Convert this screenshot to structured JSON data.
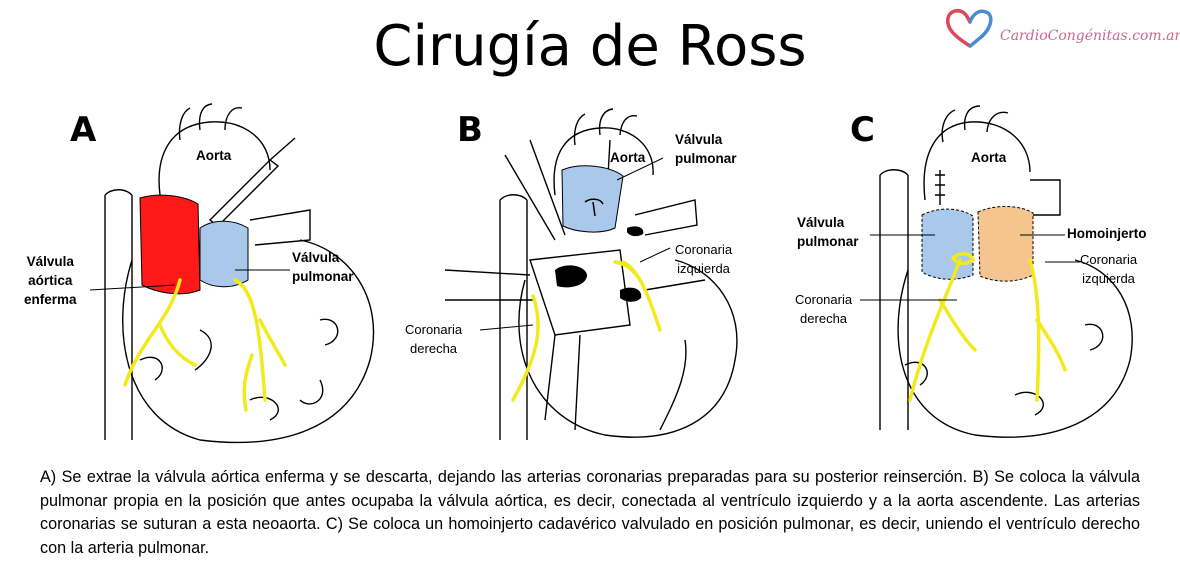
{
  "title": "Cirugía de Ross",
  "logo": {
    "text": "CardioCongénitas.com.ar",
    "icon": "heart-icon",
    "colors": [
      "#e0475b",
      "#4a8bd2"
    ]
  },
  "colors": {
    "diseased_valve": "#ff1a1a",
    "pulmonary_valve": "#a9c8ea",
    "homograft": "#f6c48f",
    "coronary": "#f2ea1c"
  },
  "panels": [
    {
      "letter": "A",
      "labels": {
        "aorta": "Aorta",
        "diseased_valve": [
          "Válvula",
          "aórtica",
          "enferma"
        ],
        "pulmonary_valve": [
          "Válvula",
          "pulmonar"
        ]
      }
    },
    {
      "letter": "B",
      "labels": {
        "aorta": "Aorta",
        "pulmonary_valve": [
          "Válvula",
          "pulmonar"
        ],
        "left_coronary": [
          "Coronaria",
          "izquierda"
        ],
        "right_coronary": [
          "Coronaria",
          "derecha"
        ]
      }
    },
    {
      "letter": "C",
      "labels": {
        "aorta": "Aorta",
        "pulmonary_valve": [
          "Válvula",
          "pulmonar"
        ],
        "homograft": "Homoinjerto",
        "left_coronary": [
          "Coronaria",
          "izquierda"
        ],
        "right_coronary": [
          "Coronaria",
          "derecha"
        ]
      }
    }
  ],
  "caption": "A) Se extrae la válvula aórtica enferma y se descarta, dejando las arterias coronarias preparadas para su posterior reinserción. B) Se coloca la válvula pulmonar propia en la posición que antes ocupaba la válvula aórtica, es decir, conectada al ventrículo izquierdo y a la aorta ascendente. Las arterias coronarias se suturan a esta neoaorta. C) Se coloca un homoinjerto cadavérico valvulado en posición pulmonar, es decir, uniendo el ventrículo derecho con la arteria pulmonar."
}
